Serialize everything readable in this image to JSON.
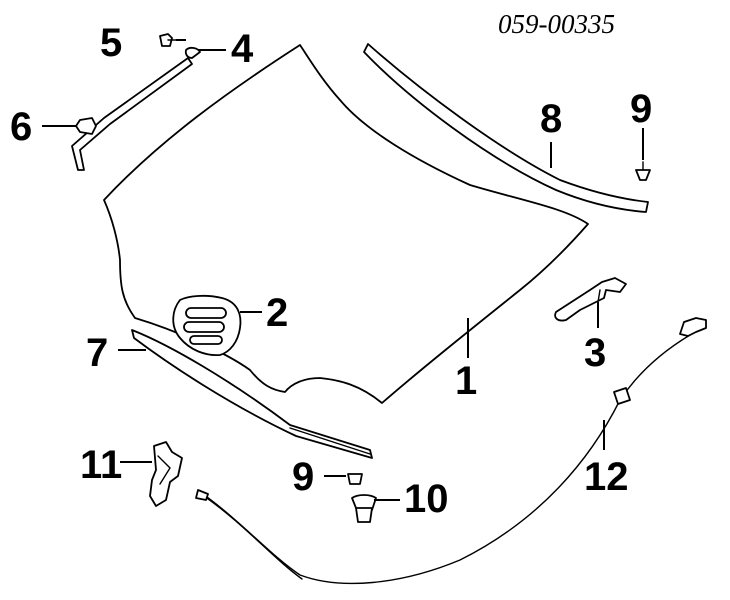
{
  "diagram": {
    "code": "059-00335",
    "callouts": {
      "c1": "1",
      "c2": "2",
      "c3": "3",
      "c4": "4",
      "c5": "5",
      "c6": "6",
      "c7": "7",
      "c8": "8",
      "c9a": "9",
      "c9b": "9",
      "c10": "10",
      "c11": "11",
      "c12": "12"
    }
  }
}
